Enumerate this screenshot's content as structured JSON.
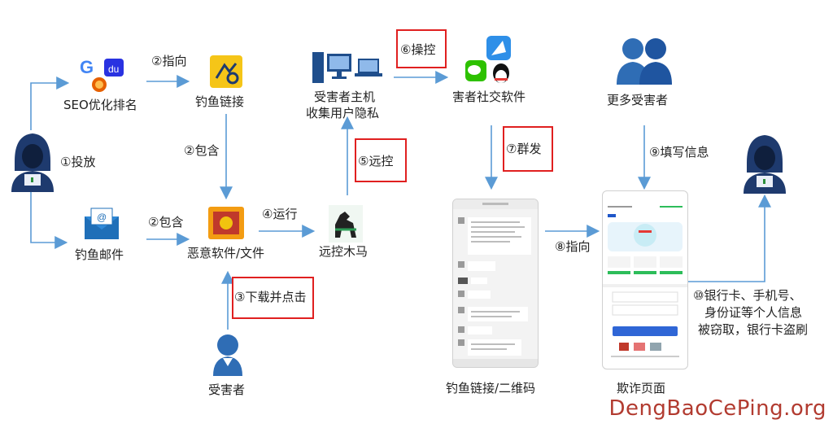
{
  "labels": {
    "seo": "SEO优化排名",
    "step2_point": "②指向",
    "phishing_link": "钓鱼链接",
    "deploy": "①投放",
    "step2_contain_top": "②包含",
    "phishing_email": "钓鱼邮件",
    "step2_contain_bottom": "②包含",
    "malware": "恶意软件/文件",
    "run": "④运行",
    "rat": "远控木马",
    "download_click": "③下载并点击",
    "victim": "受害者",
    "remote": "⑤远控",
    "victim_host_line1": "受害者主机",
    "victim_host_line2": "收集用户隐私",
    "control": "⑥操控",
    "social_software": "害者社交软件",
    "mass_send": "⑦群发",
    "phishing_qr": "钓鱼链接/二维码",
    "point8": "⑧指向",
    "fraud_page": "欺诈页面",
    "more_victims": "更多受害者",
    "fill_info": "⑨填写信息",
    "stolen_line1": "⑩银行卡、手机号、",
    "stolen_line2": "身份证等个人信息",
    "stolen_line3": "被窃取，银行卡盗刷"
  },
  "watermark": "DengBaoCePing.org",
  "colors": {
    "arrow": "#5b9bd5",
    "red_box": "#e02020",
    "user_dark": "#1e3a6e",
    "user_blue": "#2f6db5"
  }
}
